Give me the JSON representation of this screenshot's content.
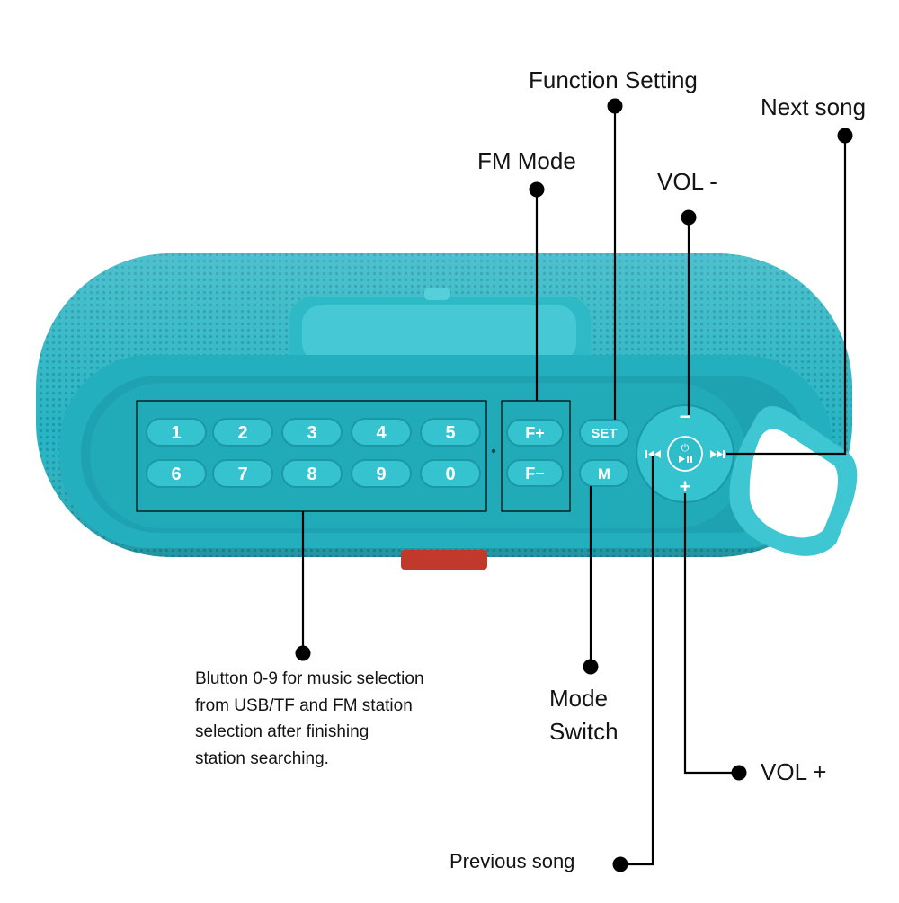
{
  "labels": {
    "function_setting": "Function Setting",
    "next_song": "Next song",
    "fm_mode": "FM Mode",
    "vol_minus": "VOL -",
    "mode_switch_line1": "Mode",
    "mode_switch_line2": "Switch",
    "vol_plus": "VOL +",
    "previous_song": "Previous song"
  },
  "description": [
    "Blutton 0-9 for music selection",
    "from USB/TF and FM station",
    "selection after finishing",
    "station searching."
  ],
  "keypad": {
    "digits": [
      "1",
      "2",
      "3",
      "4",
      "5",
      "6",
      "7",
      "8",
      "9",
      "0"
    ],
    "fm_plus": "F+",
    "fm_minus": "F−",
    "set": "SET",
    "mode": "M",
    "vol_minus_glyph": "−",
    "vol_plus_glyph": "+",
    "prev_glyph": "⏮",
    "next_glyph": "⏭",
    "power_play_glyph": "⏻"
  },
  "colors": {
    "speaker_body": "#26b6c4",
    "speaker_dark": "#14909e",
    "button_face": "#34c3cf",
    "button_text": "#ffffff",
    "callout": "#000000",
    "tag_red": "#c0392b"
  },
  "icons": [
    "callout-dot-icon",
    "power-icon",
    "play-pause-icon",
    "previous-track-icon",
    "next-track-icon"
  ]
}
